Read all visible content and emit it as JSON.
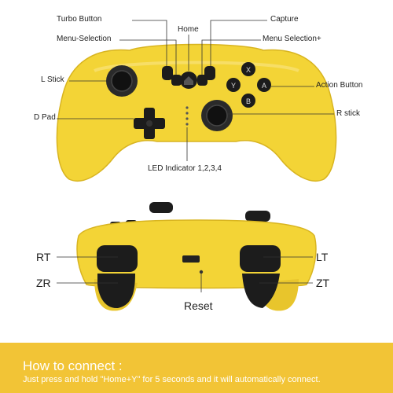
{
  "labels": {
    "turbo": "Turbo Button",
    "home": "Home",
    "capture": "Capture",
    "menu_minus": "Menu-Selection",
    "menu_plus": "Menu Selection+",
    "l_stick": "L Stick",
    "action": "Action Button",
    "d_pad": "D Pad",
    "r_stick": "R stick",
    "led": "LED Indicator 1,2,3,4",
    "rt": "RT",
    "lt": "LT",
    "zr": "ZR",
    "zt": "ZT",
    "reset": "Reset"
  },
  "face_buttons": {
    "x": "X",
    "y": "Y",
    "a": "A",
    "b": "B"
  },
  "footer": {
    "title": "How to connect :",
    "instruction": "Just press and hold \"Home+Y\" for 5 seconds and it will automatically connect."
  },
  "colors": {
    "body": "#f3d436",
    "banner": "#f2c436",
    "button": "#1c1c1c"
  }
}
